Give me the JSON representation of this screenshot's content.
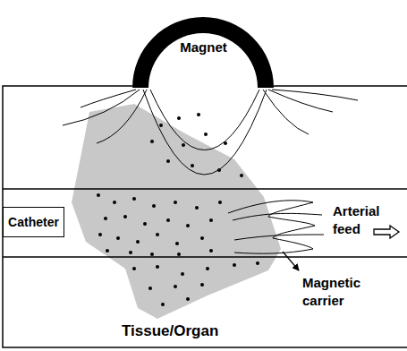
{
  "diagram": {
    "nodes": [
      {
        "text": [
          "Magnet"
        ]
      },
      {
        "text": [
          "Catheter"
        ]
      }
    ],
    "labels": [
      "Arterial feed",
      "Magnetic carrier",
      "Tissue/Organ"
    ]
  }
}
